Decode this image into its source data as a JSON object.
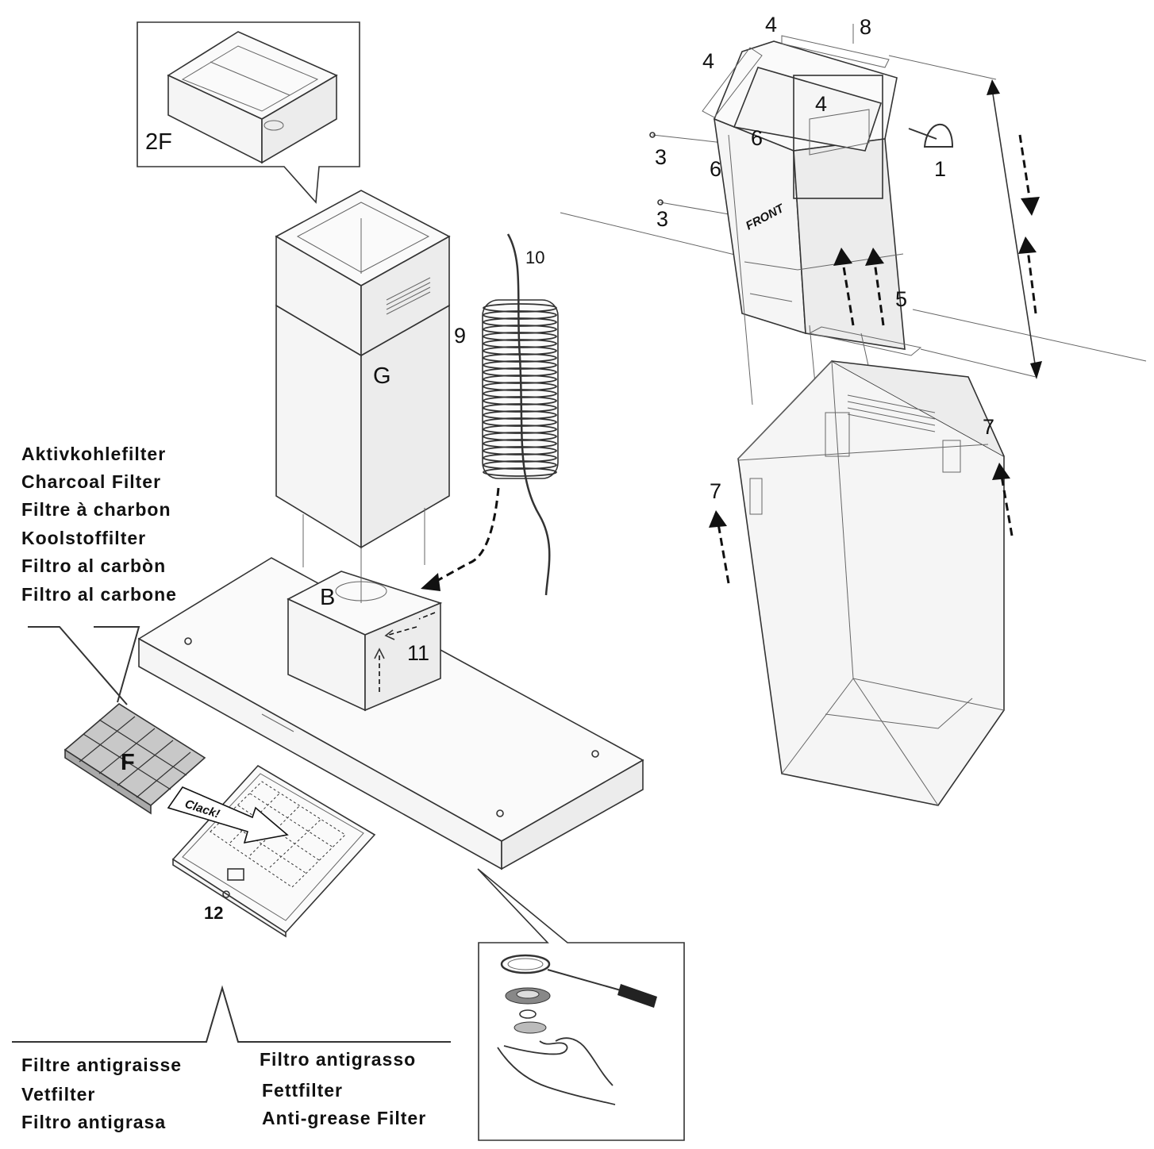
{
  "labels": {
    "l_2f": "2F",
    "l_g": "G",
    "l_b": "B",
    "l_f": "F",
    "l_9": "9",
    "l_10": "10",
    "l_11": "11",
    "l_12": "12",
    "l_clack": "Clack!",
    "l_front": "FRONT",
    "r_1": "1",
    "r_3a": "3",
    "r_3b": "3",
    "r_4a": "4",
    "r_4b": "4",
    "r_4c": "4",
    "r_5": "5",
    "r_6a": "6",
    "r_6b": "6",
    "r_7a": "7",
    "r_7b": "7",
    "r_8": "8"
  },
  "charcoal_filter_names": [
    "Aktivkohlefilter",
    "Charcoal  Filter",
    "Filtre  à  charbon",
    "Koolstoffilter",
    "Filtro  al  carbòn",
    "Filtro  al  carbone"
  ],
  "grease_filter_names_left": [
    "Filtre  antigraisse",
    "Vetfilter",
    "Filtro  antigrasa"
  ],
  "grease_filter_names_right": [
    "Filtro  antigrasso",
    "Fettfilter",
    "Anti-grease  Filter"
  ]
}
